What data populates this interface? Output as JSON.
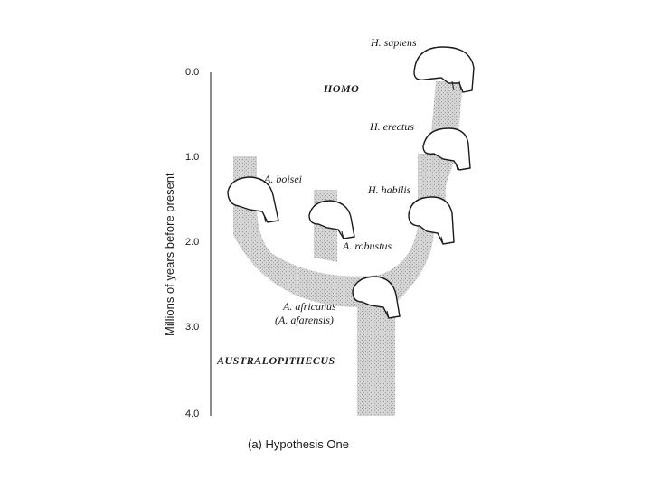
{
  "diagram": {
    "axis": {
      "title": "Millions of years before present",
      "ticks": [
        "0.0",
        "1.0",
        "2.0",
        "3.0",
        "4.0"
      ]
    },
    "genera": {
      "homo": "HOMO",
      "australopithecus": "AUSTRALOPITHECUS"
    },
    "species": {
      "h_sapiens": "H. sapiens",
      "h_erectus": "H. erectus",
      "h_habilis": "H. habilis",
      "a_boisei": "A. boisei",
      "a_robustus": "A. robustus",
      "a_africanus_1": "A. africanus",
      "a_africanus_2": "(A. afarensis)"
    },
    "caption": "(a)  Hypothesis One",
    "colors": {
      "lineage_fill": "#c6c6c6",
      "ink": "#1a1a1a"
    }
  }
}
